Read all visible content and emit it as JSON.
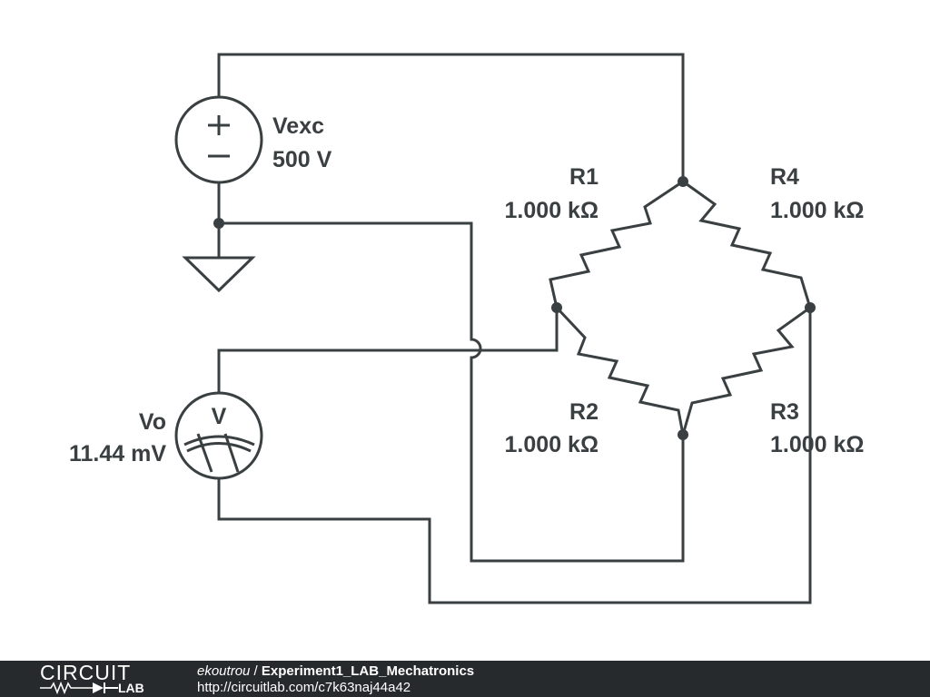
{
  "schematic": {
    "source": {
      "name": "Vexc",
      "value": "500 V",
      "plus_symbol": "+",
      "minus_symbol": "−"
    },
    "meter": {
      "name": "Vo",
      "value": "11.44 mV",
      "symbol": "V"
    },
    "resistors": [
      {
        "id": "R1",
        "name": "R1",
        "value": "1.000 kΩ"
      },
      {
        "id": "R2",
        "name": "R2",
        "value": "1.000 kΩ"
      },
      {
        "id": "R3",
        "name": "R3",
        "value": "1.000 kΩ"
      },
      {
        "id": "R4",
        "name": "R4",
        "value": "1.000 kΩ"
      }
    ],
    "colors": {
      "wire": "#3a4042",
      "background": "#ffffff"
    }
  },
  "footer": {
    "logo_top": "CIRCUIT",
    "logo_bottom": "LAB",
    "author": "ekoutrou",
    "separator": " / ",
    "project": "Experiment1_LAB_Mechatronics",
    "url": "http://circuitlab.com/c7k63naj44a42",
    "background": "#262a2c"
  }
}
